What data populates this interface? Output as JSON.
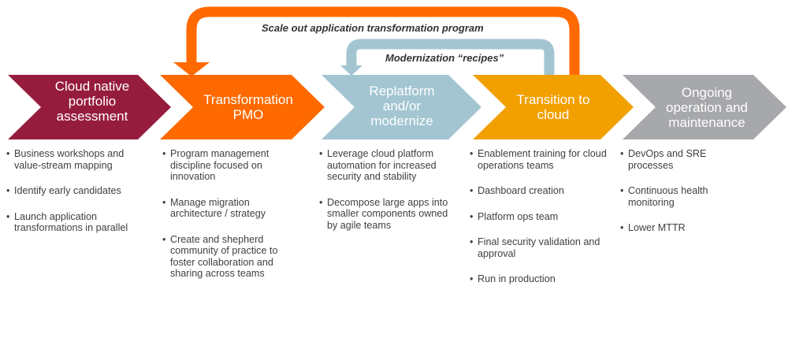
{
  "loops": [
    {
      "label": "Scale out application transformation program",
      "color": "#ff6a00",
      "from_stage": 4,
      "to_stage": 2
    },
    {
      "label": "Modernization “recipes”",
      "color": "#a3c5d2",
      "from_stage": 4,
      "to_stage": 3
    }
  ],
  "stages": [
    {
      "title": "Cloud native portfolio assessment",
      "title_lines": [
        "Cloud native",
        "portfolio",
        "assessment"
      ],
      "color": "#961c3e",
      "bullets": [
        "Business workshops and value-stream mapping",
        "Identify early candidates",
        "Launch application transformations in parallel"
      ]
    },
    {
      "title": "Transformation PMO",
      "title_lines": [
        "Transformation",
        "PMO"
      ],
      "color": "#ff6a00",
      "bullets": [
        "Program management discipline focused on innovation",
        "Manage migration architecture / strategy",
        "Create and shepherd community of practice to foster collaboration and sharing across teams"
      ]
    },
    {
      "title": "Replatform and/or modernize",
      "title_lines": [
        "Replatform",
        "and/or",
        "modernize"
      ],
      "color": "#a3c5d2",
      "bullets": [
        "Leverage cloud platform automation for increased security and stability",
        "Decompose large apps into smaller components owned by agile teams"
      ]
    },
    {
      "title": "Transition to cloud",
      "title_lines": [
        "Transition to",
        "cloud"
      ],
      "color": "#f2a000",
      "bullets": [
        "Enablement training for cloud operations teams",
        "Dashboard creation",
        "Platform ops team",
        "Final security validation and approval",
        "Run in production"
      ]
    },
    {
      "title": "Ongoing operation and maintenance",
      "title_lines": [
        "Ongoing",
        "operation and",
        "maintenance"
      ],
      "color": "#a6a8ab",
      "bullets": [
        "DevOps and SRE processes",
        "Continuous health monitoring",
        "Lower MTTR"
      ]
    }
  ]
}
